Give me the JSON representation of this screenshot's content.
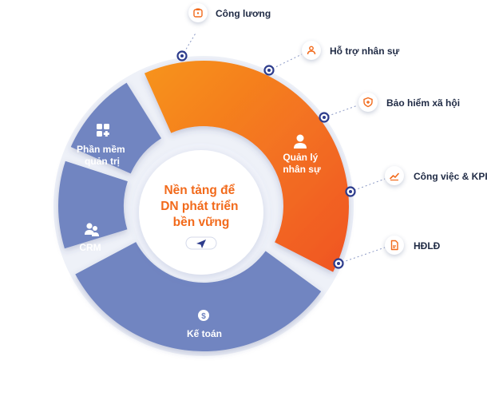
{
  "colors": {
    "blue_segment": "#7185c1",
    "orange_start": "#f7941d",
    "orange_end": "#f05423",
    "center_text": "#f26a1b",
    "dot": "#2d3c8c",
    "label_text": "#1f2a44"
  },
  "center": {
    "title_lines": [
      "Nền tảng để",
      "DN phát triển",
      "bền vững"
    ],
    "button_icon": "send-icon"
  },
  "segments": [
    {
      "id": "quan-ly-nhan-su",
      "lines": [
        "Quản lý",
        "nhân sự"
      ],
      "icon": "user-icon",
      "color": "orange"
    },
    {
      "id": "phan-mem-quan-tri",
      "lines": [
        "Phần mềm",
        "quản trị"
      ],
      "icon": "apps-icon",
      "color": "blue"
    },
    {
      "id": "crm",
      "lines": [
        "CRM"
      ],
      "icon": "users-icon",
      "color": "blue"
    },
    {
      "id": "ke-toan",
      "lines": [
        "Kế toán"
      ],
      "icon": "dollar-icon",
      "color": "blue"
    }
  ],
  "callouts": [
    {
      "id": "cong-luong",
      "label": "Công lương",
      "icon": "wallet-icon"
    },
    {
      "id": "ho-tro-nhan-su",
      "label": "Hỗ trợ nhân sự",
      "icon": "support-icon"
    },
    {
      "id": "bao-hiem-xa-hoi",
      "label": "Bảo hiểm xã hội",
      "icon": "shield-plus-icon"
    },
    {
      "id": "cong-viec-kpi",
      "label": "Công việc & KPI",
      "icon": "trend-icon"
    },
    {
      "id": "hdld",
      "label": "HĐLĐ",
      "icon": "document-icon"
    }
  ]
}
